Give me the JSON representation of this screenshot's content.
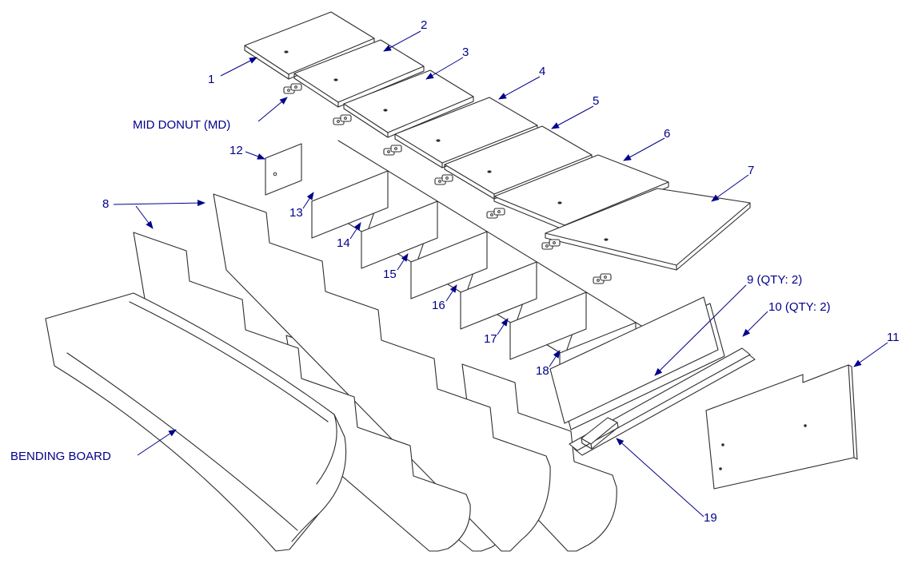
{
  "diagram": {
    "labels": {
      "part1": "1",
      "part2": "2",
      "part3": "3",
      "part4": "4",
      "part5": "5",
      "part6": "6",
      "part7": "7",
      "part8": "8",
      "part9": "9 (QTY: 2)",
      "part10": "10 (QTY: 2)",
      "part11": "11",
      "part12": "12",
      "part13": "13",
      "part14": "14",
      "part15": "15",
      "part16": "16",
      "part17": "17",
      "part18": "18",
      "part19": "19",
      "mid_donut": "MID DONUT (MD)",
      "bending_board": "BENDING BOARD"
    }
  },
  "colors": {
    "label": "#00008B",
    "line": "#2d2d2d",
    "bg": "#ffffff"
  }
}
